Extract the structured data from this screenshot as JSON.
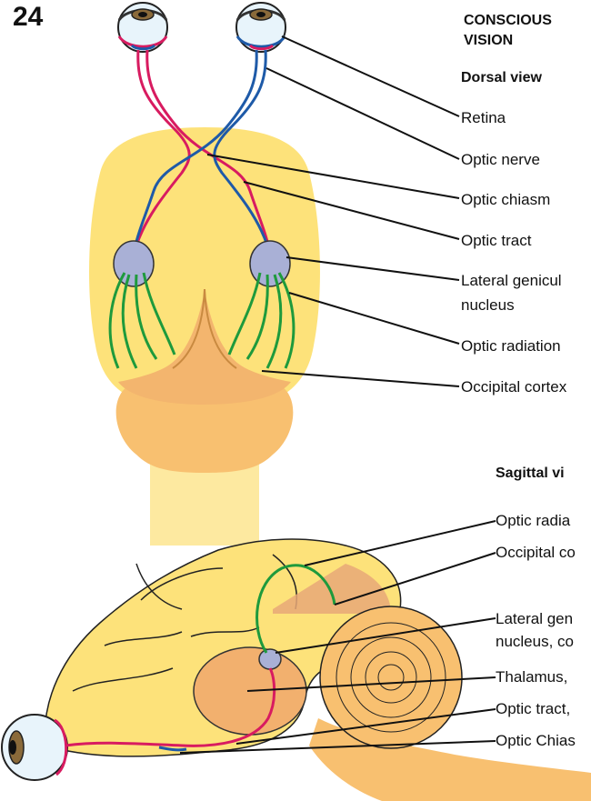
{
  "page_number": "24",
  "title_line1": "CONSCIOUS",
  "title_line2": "VISION",
  "dorsal": {
    "heading": "Dorsal view",
    "labels": {
      "retina": "Retina",
      "optic_nerve": "Optic nerve",
      "optic_chiasm": "Optic chiasm",
      "optic_tract": "Optic tract",
      "lgn_line1": "Lateral genicul",
      "lgn_line2": "nucleus",
      "optic_radiation": "Optic radiation",
      "occipital_cortex": "Occipital cortex"
    }
  },
  "sagittal": {
    "heading": "Sagittal vi",
    "labels": {
      "optic_radiation": "Optic radia",
      "occipital_cortex": "Occipital co",
      "lgn_line1": "Lateral gen",
      "lgn_line2": "nucleus, co",
      "thalamus": "Thalamus,",
      "optic_tract": "Optic tract,",
      "optic_chiasm": "Optic Chias"
    }
  },
  "colors": {
    "brain": "#fde27a",
    "brain_outline": "#222222",
    "cerebellum": "#f8c070",
    "occipital": "#e8a878",
    "nerve_red": "#d81b60",
    "nerve_blue": "#1e5aa8",
    "radiation_green": "#1e9a3c",
    "lgn": "#a9b0d6",
    "thalamus": "#f2b06e"
  }
}
